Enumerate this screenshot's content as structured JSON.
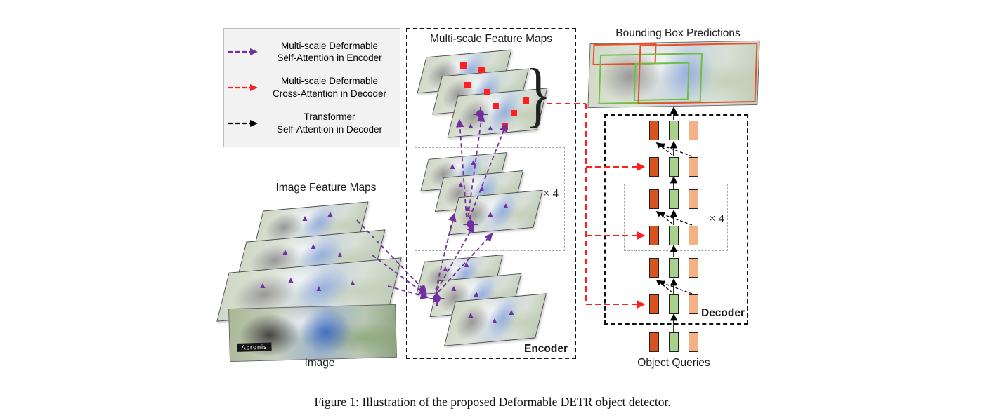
{
  "colors": {
    "purple": "#7030A0",
    "red": "#FF1F1F",
    "token_orange": "#D9531E",
    "token_green": "#A9D18E",
    "token_peach": "#F4B183",
    "bbox_green": "#6FBF44",
    "bbox_orange": "#E8502A",
    "legend_bg": "#F2F2F2"
  },
  "legend": {
    "items": [
      {
        "icon": "purple-dashed-arrow-icon",
        "line1": "Multi-scale Deformable",
        "line2": "Self-Attention in Encoder"
      },
      {
        "icon": "red-dashed-arrow-icon",
        "line1": "Multi-scale Deformable",
        "line2": "Cross-Attention in Decoder"
      },
      {
        "icon": "black-dashed-arrow-icon",
        "line1": "Transformer",
        "line2": "Self-Attention in Decoder"
      }
    ]
  },
  "left_panel": {
    "feature_maps_label": "Image Feature Maps",
    "image_label": "Image",
    "photo_text": "Acronis"
  },
  "encoder": {
    "title": "Multi-scale Feature Maps",
    "name": "Encoder",
    "repeat": "× 4"
  },
  "decoder": {
    "predictions_label": "Bounding Box Predictions",
    "name": "Decoder",
    "repeat": "× 4",
    "object_queries_label": "Object Queries"
  },
  "caption": "Figure 1: Illustration of the proposed Deformable DETR object detector."
}
